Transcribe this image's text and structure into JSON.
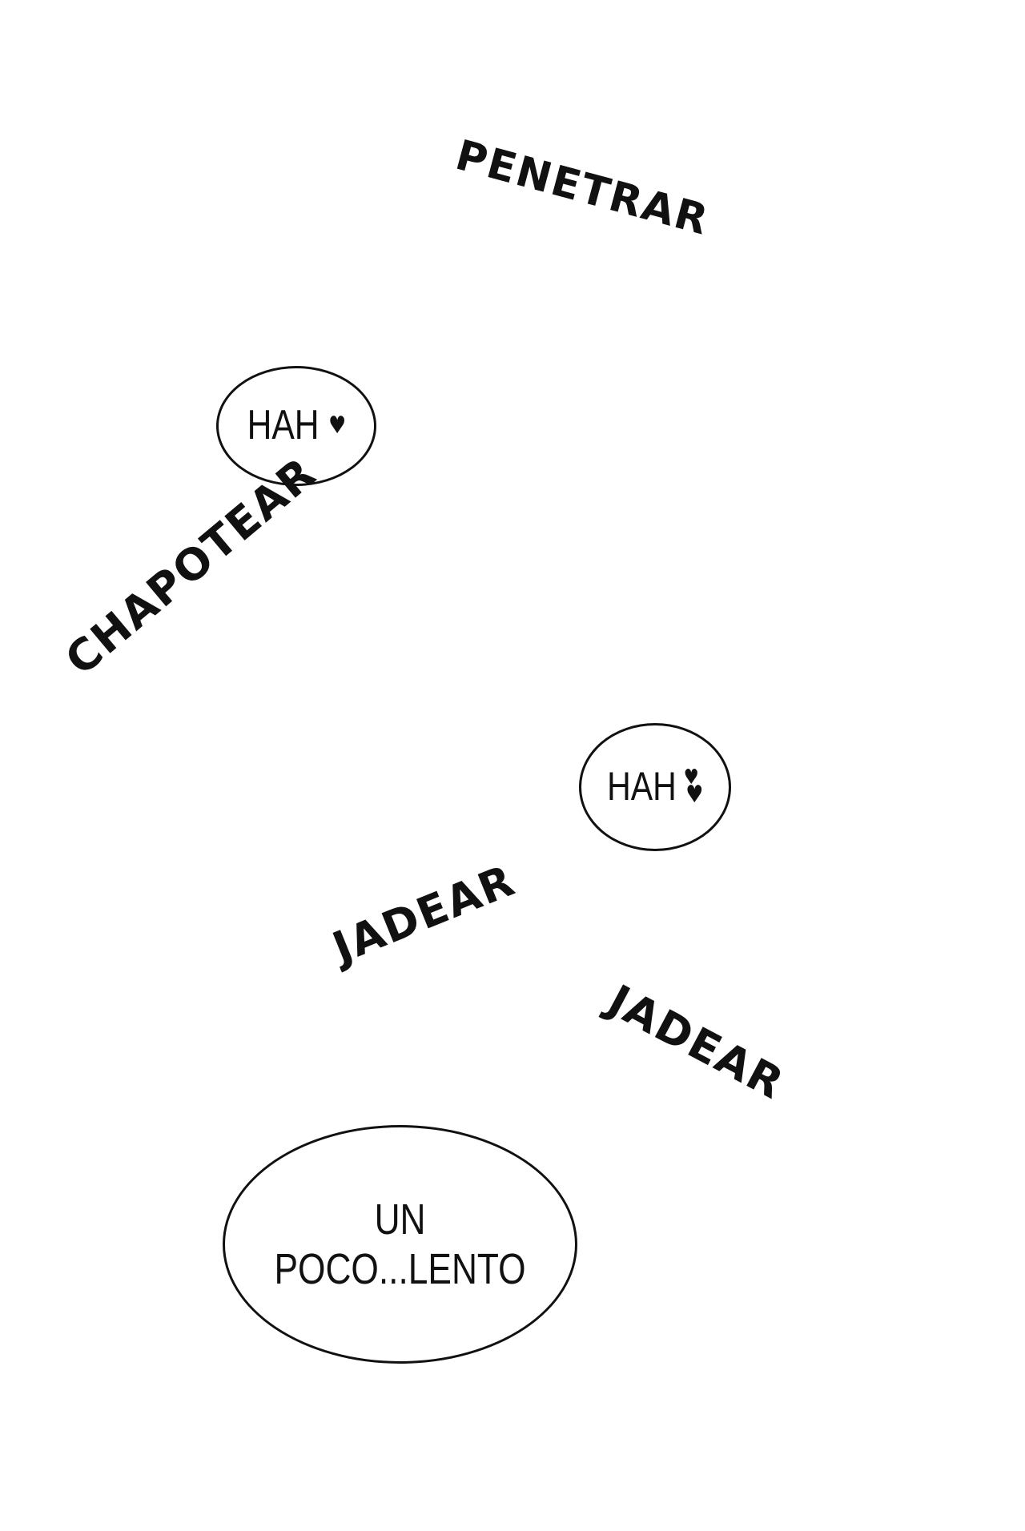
{
  "sound_effects": {
    "penetrar": "PENETRAR",
    "chapotear": "CHAPOTEAR",
    "jadear_1": "JADEAR",
    "jadear_2": "JADEAR"
  },
  "balloons": {
    "first": {
      "text": "HAH",
      "icon": "heart-icon"
    },
    "second": {
      "text": "HAH",
      "icon": "hearts-icon"
    },
    "third": {
      "line1": "UN",
      "line2": "POCO...LENTO"
    }
  },
  "colors": {
    "ink": "#111111",
    "paper": "#ffffff"
  }
}
